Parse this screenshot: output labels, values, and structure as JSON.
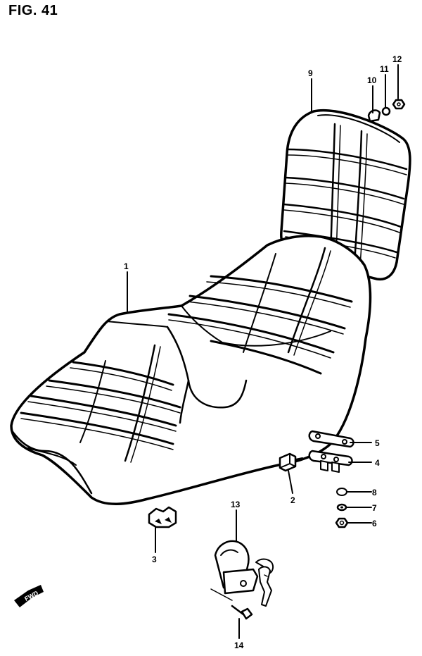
{
  "title": "FIG. 41",
  "fwd_label": "FWD",
  "callouts": [
    {
      "id": "1"
    },
    {
      "id": "2"
    },
    {
      "id": "3"
    },
    {
      "id": "4"
    },
    {
      "id": "5"
    },
    {
      "id": "6"
    },
    {
      "id": "7"
    },
    {
      "id": "8"
    },
    {
      "id": "9"
    },
    {
      "id": "10"
    },
    {
      "id": "11"
    },
    {
      "id": "12"
    },
    {
      "id": "13"
    },
    {
      "id": "14"
    }
  ]
}
